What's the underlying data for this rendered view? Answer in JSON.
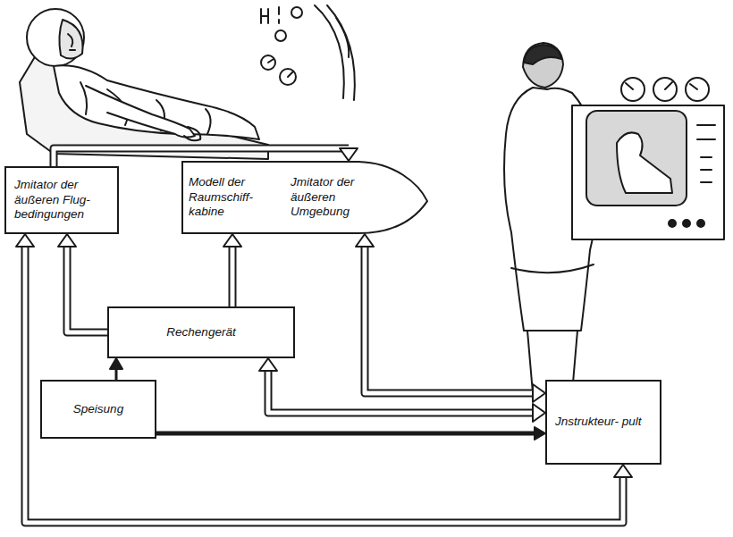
{
  "diagram": {
    "nodes": [
      {
        "text": [
          "Jmitator der äußeren Flug- bedingungen"
        ]
      },
      {
        "text": [
          "Modell der Raumschiff- kabine",
          "Jmitator der äußeren Umgebung"
        ]
      },
      {
        "text": [
          "Rechengerät"
        ]
      },
      {
        "text": [
          "Speisung"
        ]
      },
      {
        "text": [
          "Jnstrukteur- pult"
        ]
      }
    ],
    "edges": [
      {
        "from": 3,
        "to": 2,
        "arrow": "to"
      },
      {
        "from": 3,
        "to": 4,
        "arrow": "to"
      },
      {
        "from": 2,
        "to": 0,
        "arrow": "to"
      },
      {
        "from": 2,
        "to": 1,
        "arrow": "to"
      },
      {
        "from": 0,
        "to": 1,
        "arrow": "to"
      },
      {
        "from": 2,
        "to": 4,
        "arrow": "both"
      },
      {
        "from": 1,
        "to": 4,
        "arrow": "both"
      },
      {
        "from": 4,
        "to": 0,
        "arrow": "both"
      }
    ]
  }
}
